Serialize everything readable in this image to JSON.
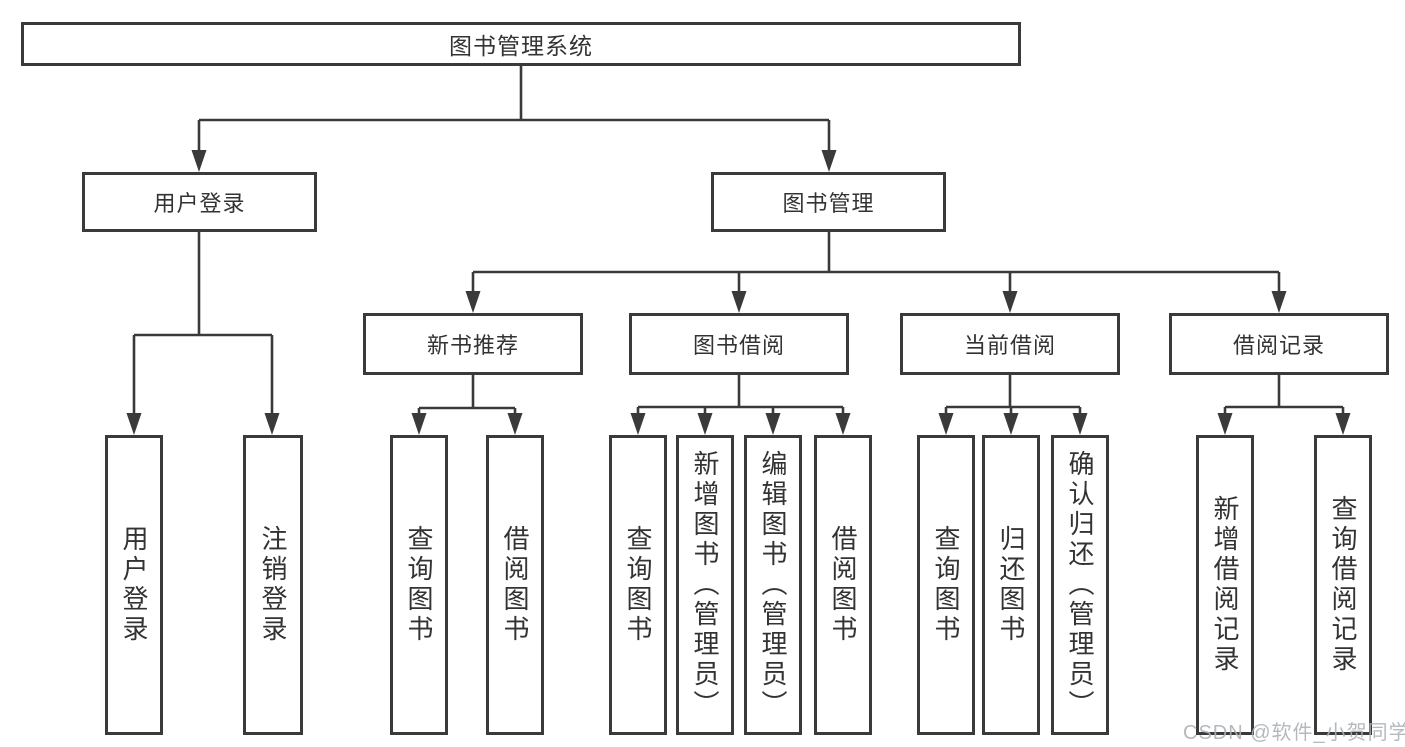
{
  "tree": {
    "root": "图书管理系统",
    "branches": [
      {
        "label": "用户登录",
        "children": [
          "用户登录",
          "注销登录"
        ]
      },
      {
        "label": "图书管理",
        "sections": [
          {
            "label": "新书推荐",
            "children": [
              "查询图书",
              "借阅图书"
            ]
          },
          {
            "label": "图书借阅",
            "children": [
              "查询图书",
              "新增图书（管理员）",
              "编辑图书（管理员）",
              "借阅图书"
            ]
          },
          {
            "label": "当前借阅",
            "children": [
              "查询图书",
              "归还图书",
              "确认归还（管理员）"
            ]
          },
          {
            "label": "借阅记录",
            "children": [
              "新增借阅记录",
              "查询借阅记录"
            ]
          }
        ]
      }
    ]
  },
  "watermark": {
    "text": "CSDN @软件_小贺同学"
  },
  "colors": {
    "line": "#3a3a3a",
    "box_border": "#3a3a3a",
    "box_background": "#ffffff",
    "text": "#333333",
    "watermark": "#acb1b7",
    "page_background": "#ffffff"
  }
}
